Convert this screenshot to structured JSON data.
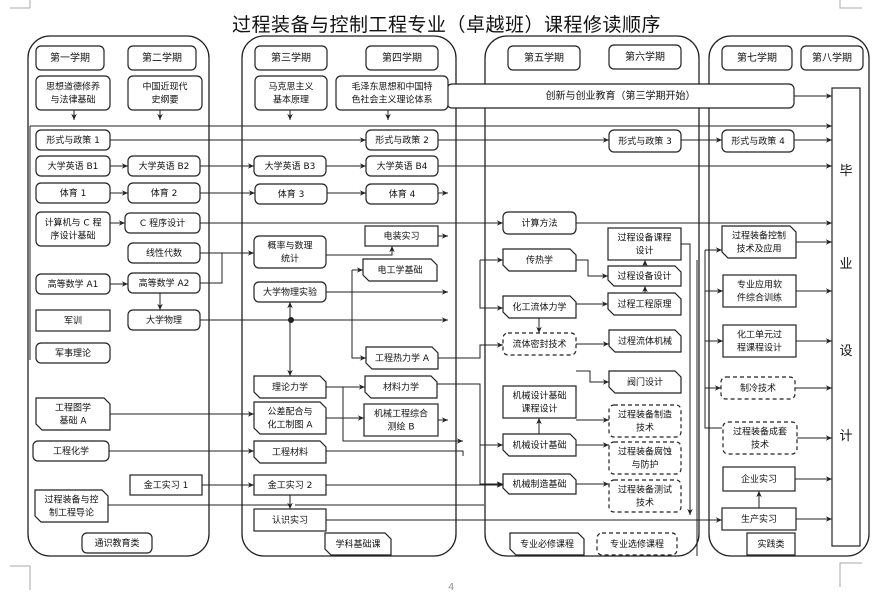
{
  "title": "过程装备与控制工程专业（卓越班）课程修读顺序",
  "page_number": "4",
  "semesters": [
    "第一学期",
    "第二学期",
    "第三学期",
    "第四学期",
    "第五学期",
    "第六学期",
    "第七学期",
    "第八学期"
  ],
  "group_labels": {
    "general": "通识教育类",
    "basic": "学科基础课",
    "required": "专业必修课程",
    "elective": "专业选修课程",
    "practice": "实践类"
  },
  "innovation": "创新与创业教育（第三学期开始）",
  "graduation_design": [
    "毕",
    "业",
    "设",
    "计"
  ],
  "courses": {
    "sixiang": "思想道德修养|与法律基础",
    "jindaishi": "中国近现代|史纲要",
    "makesi": "马克思主义|基本原理",
    "maozedong": "毛泽东思想和中国特|色社会主义理论体系",
    "xingshi1": "形式与政策 1",
    "xingshi2": "形式与政策 2",
    "xingshi3": "形式与政策 3",
    "xingshi4": "形式与政策 4",
    "yingyu1": "大学英语 B1",
    "yingyu2": "大学英语 B2",
    "yingyu3": "大学英语 B3",
    "yingyu4": "大学英语 B4",
    "tiyu1": "体育 1",
    "tiyu2": "体育 2",
    "tiyu3": "体育 3",
    "tiyu4": "体育 4",
    "jisuanji": "计算机与 C 程|序设计基础",
    "cchengxu": "C 程序设计",
    "xianxing": "线性代数",
    "gaoshu1": "高等数学 A1",
    "gaoshu2": "高等数学 A2",
    "junxun": "军训",
    "daxuewuli": "大学物理",
    "junshi": "军事理论",
    "gailv": "概率与数理|统计",
    "wulishiyan": "大学物理实验",
    "dianjia": "电装实习",
    "diangong": "电工学基础",
    "rexue": "工程热力学 A",
    "lilunlixue": "理论力学",
    "cailiaolixue": "材料力学",
    "gonghuatu": "公差配合与|化工制图 A",
    "cehui": "机械工程综合|测绘 B",
    "gongchengtuxue": "工程图学|基础 A",
    "gongchenghuaxue": "工程化学",
    "gongchengcailiao": "工程材料",
    "jingong1": "金工实习 1",
    "jingong2": "金工实习 2",
    "daolun": "过程装备与控|制工程导论",
    "renshi": "认识实习",
    "jisuanfangfa": "计算方法",
    "chuanre": "传热学",
    "liutilixue": "化工流体力学",
    "mifeng": "流体密封技术",
    "jixiekesheji": "机械设计基础|课程设计",
    "jixiesheji": "机械设计基础",
    "zhizao": "机械制造基础",
    "kechengsheji": "过程设备课程|设计",
    "shebeisheji": "过程设备设计",
    "yuanli": "过程工程原理",
    "liutijixie": "过程流体机械",
    "famen": "阀门设计",
    "zhizaojishu": "过程装备制造|技术",
    "fushi": "过程装备腐蚀|与防护",
    "ceshi": "过程装备测试|技术",
    "kongzhi": "过程装备控制|技术及应用",
    "ruanjian": "专业应用软|件综合训练",
    "danyuan": "化工单元过|程课程设计",
    "zhileng": "制冷技术",
    "chengtao": "过程装备成套|技术",
    "qiye": "企业实习",
    "shengchan": "生产实习"
  }
}
